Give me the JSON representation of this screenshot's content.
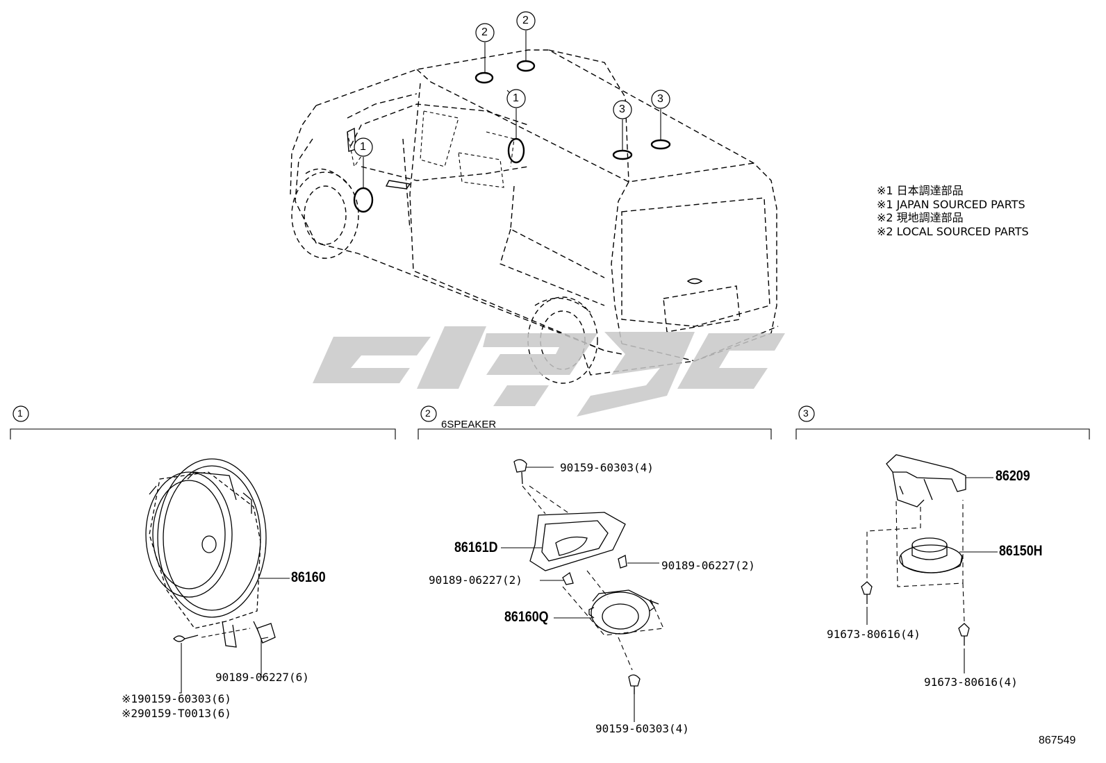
{
  "legend": {
    "lines": [
      "※1 日本調達部品",
      "※1 JAPAN SOURCED PARTS",
      "※2 現地調達部品",
      "※2 LOCAL SOURCED PARTS"
    ]
  },
  "callouts": {
    "one": "1",
    "two": "2",
    "three": "3"
  },
  "sections": {
    "s1": {
      "number": "1",
      "title": ""
    },
    "s2": {
      "number": "2",
      "title": "6SPEAKER"
    },
    "s3": {
      "number": "3",
      "title": ""
    }
  },
  "parts": {
    "s1": {
      "speaker": "86160",
      "clip": "90189-06227(6)",
      "screw_jp": "※190159-60303(6)",
      "screw_local": "※290159-T0013(6)"
    },
    "s2": {
      "screw_top": "90159-60303(4)",
      "bracket": "86161D",
      "clip_right": "90189-06227(2)",
      "clip_left": "90189-06227(2)",
      "tweeter": "86160Q",
      "screw_bottom": "90159-60303(4)"
    },
    "s3": {
      "bracket": "86209",
      "speaker": "86150H",
      "bolt_left": "91673-80616(4)",
      "bolt_right": "91673-80616(4)"
    }
  },
  "diagram_id": "867549",
  "colors": {
    "line": "#000000",
    "watermark": "#c8c8c8"
  }
}
